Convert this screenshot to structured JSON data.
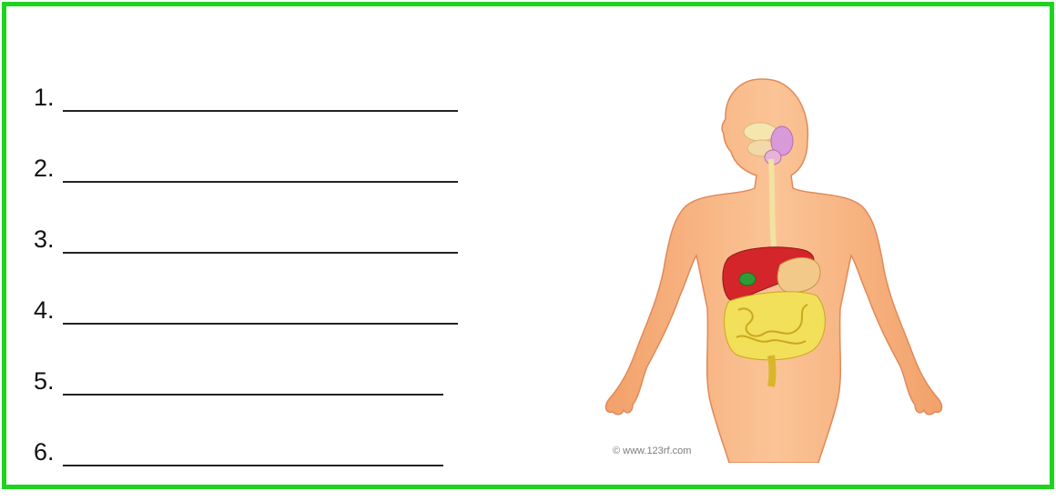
{
  "worksheet": {
    "blanks": [
      {
        "number": "1.",
        "line": "______________________________"
      },
      {
        "number": "2.",
        "line": "______________________________"
      },
      {
        "number": "3.",
        "line": "______________________________"
      },
      {
        "number": "4.",
        "line": "______________________________"
      },
      {
        "number": "5.",
        "line": "_____________________________"
      },
      {
        "number": "6.",
        "line": "_____________________________"
      }
    ]
  },
  "figure": {
    "watermark": "© www.123rf.com",
    "colors": {
      "frame": "#1ed31e",
      "skin": "#f6b786",
      "liver": "#d4262a",
      "intestine": "#f2df5a",
      "gallbladder": "#2f9b35",
      "salivary": "#d89ad8"
    }
  }
}
